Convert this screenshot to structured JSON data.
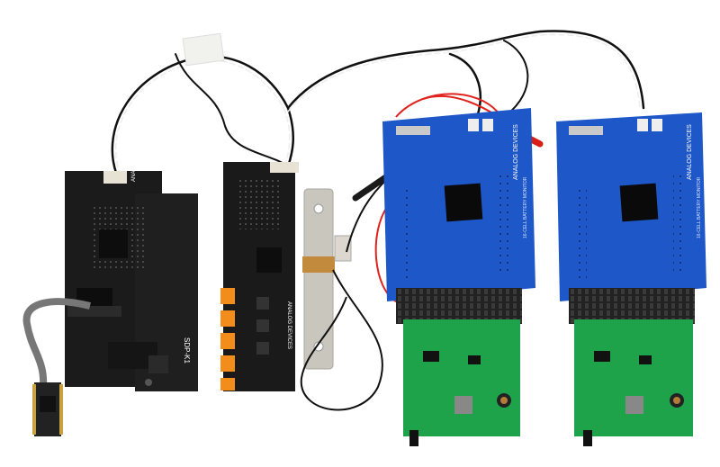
{
  "boards": {
    "black_main": {
      "brand": "ANALOG DEVICES",
      "label": "SDP-K1"
    },
    "black_second": {
      "brand": "ANALOG DEVICES"
    },
    "blue_left": {
      "brand": "ANALOG DEVICES",
      "silk": "16-CELL BATTERY MONITOR"
    },
    "blue_right": {
      "brand": "ANALOG DEVICES",
      "silk": "16-CELL BATTERY MONITOR"
    }
  },
  "colors": {
    "background": "#ffffff",
    "black_pcb": "#1b1b1b",
    "blue_pcb": "#1e57c8",
    "green_pcb": "#1ea24a",
    "orange_connector": "#f28c1a",
    "red_wire": "#e0231c",
    "shunt": "#c9c6bd"
  }
}
